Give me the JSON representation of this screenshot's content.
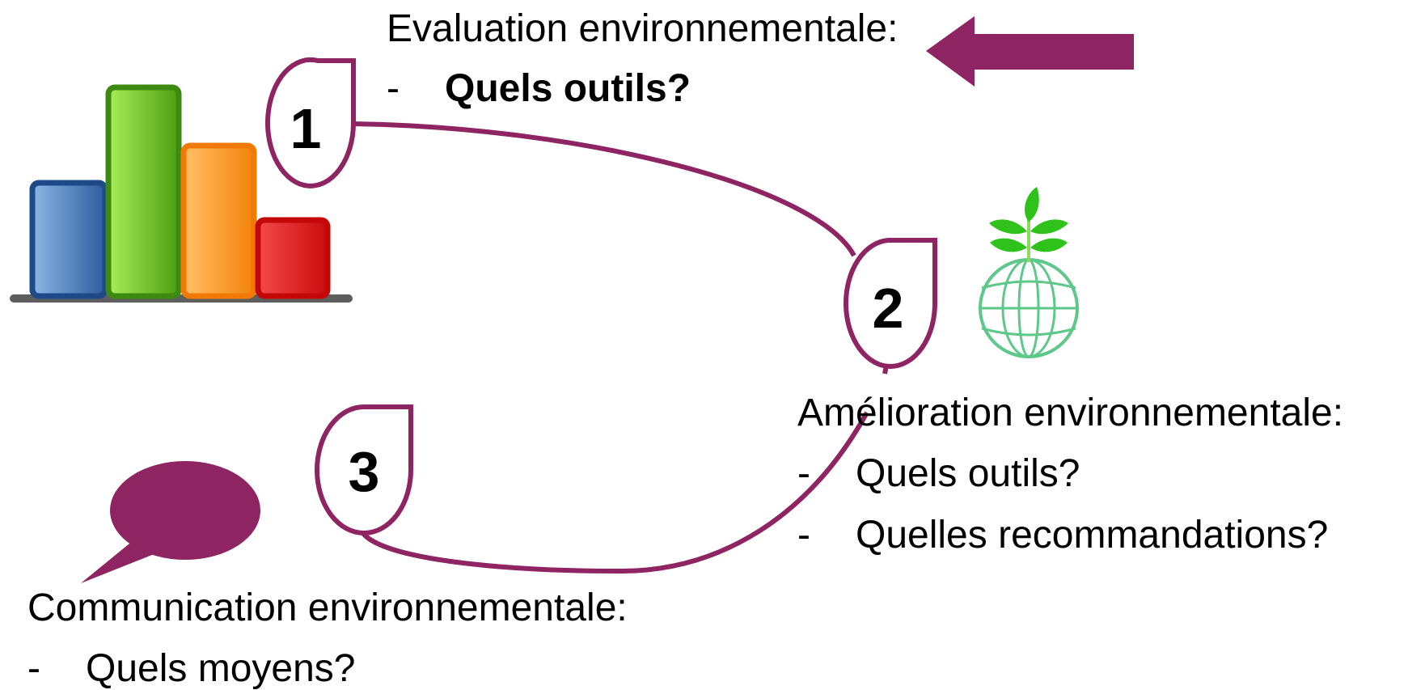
{
  "steps": [
    {
      "number": "1",
      "heading": "Evaluation environnementale:",
      "bullets": [
        {
          "dash": "-",
          "text": "Quels outils?"
        }
      ]
    },
    {
      "number": "2",
      "heading": "Amélioration environnementale:",
      "bullets": [
        {
          "dash": "-",
          "text": "Quels outils?"
        },
        {
          "dash": "-",
          "text": "Quelles recommandations?"
        }
      ]
    },
    {
      "number": "3",
      "heading": "Communication environnementale:",
      "bullets": [
        {
          "dash": "-",
          "text": "Quels moyens?"
        }
      ]
    }
  ],
  "icons": {
    "evaluation": "bar-chart-icon",
    "improvement": "globe-plant-icon",
    "communication": "speech-bubble-icon",
    "pointer": "left-arrow-icon"
  },
  "colors": {
    "accent": "#8E2461",
    "bar_blue": "#6F9FD8",
    "bar_green": "#8BE03A",
    "bar_orange": "#FFA63A",
    "bar_red": "#EE2A2A",
    "globe_green": "#5DC88A",
    "leaf_green": "#2EC21A"
  }
}
